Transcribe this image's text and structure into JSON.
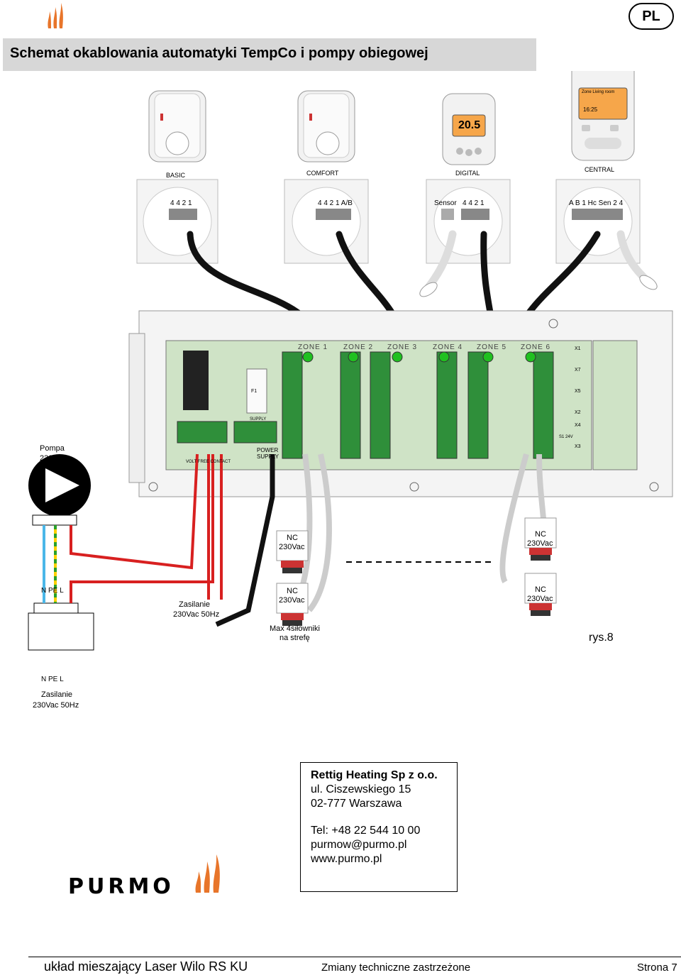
{
  "header": {
    "title": "Schemat okablowania automatyki TempCo i pompy obiegowej",
    "lang_badge": "PL"
  },
  "thermostats": [
    {
      "name": "BASIC",
      "terminals": "4  4  2  1"
    },
    {
      "name": "COMFORT",
      "terminals": "4  4  2  1  A/B"
    },
    {
      "name": "DIGITAL",
      "sensor": "Sensor",
      "terminals": "4  4  2  1"
    },
    {
      "name": "CENTRAL",
      "terminals": "A  B 1 Hc Sen 2  4"
    }
  ],
  "central_display": {
    "line1": "Zone Living room",
    "time": "16:25"
  },
  "digital_display": {
    "temp": "20.5"
  },
  "board": {
    "zones": [
      "ZONE 1",
      "ZONE 2",
      "ZONE 3",
      "ZONE 4",
      "ZONE 5",
      "ZONE 6"
    ],
    "connectors": [
      "X1",
      "X7",
      "X5",
      "X2",
      "X4",
      "X3"
    ],
    "power_label": "POWER SUPPLY",
    "volt_label": "VOLT FREE CONTACT",
    "fuse_label": "F1",
    "supply_label": "SUPPLY",
    "voltage_label": "S1 24V"
  },
  "pump": {
    "title": "Pompa",
    "voltage": "230Vac",
    "terminals": "N  PE  L"
  },
  "mains": {
    "terminals": "N  PE  L",
    "label1": "Zasilanie",
    "label2": "230Vac 50Hz"
  },
  "supply_center": {
    "label1": "Zasilanie",
    "label2": "230Vac 50Hz"
  },
  "actuators": [
    {
      "l1": "NC",
      "l2": "230Vac"
    },
    {
      "l1": "NC",
      "l2": "230Vac"
    },
    {
      "l1": "NC",
      "l2": "230Vac"
    },
    {
      "l1": "NC",
      "l2": "230Vac"
    }
  ],
  "max_note": {
    "l1": "Max 4siłowniki",
    "l2": "na strefę"
  },
  "figure_label": "rys.8",
  "contact": {
    "company": "Rettig Heating Sp z o.o.",
    "street": "ul. Ciszewskiego 15",
    "city": "02-777 Warszawa",
    "phone": "Tel: +48 22 544 10 00",
    "email": "purmow@purmo.pl",
    "web": "www.purmo.pl"
  },
  "brand": "PURMO",
  "footer": {
    "left": "układ mieszający Laser Wilo RS KU",
    "middle": "Zmiany techniczne zastrzeżone",
    "right": "Strona 7"
  },
  "colors": {
    "brand_orange": "#e8752a",
    "board_green": "#cfe3c6",
    "title_bar": "#d7d7d7"
  }
}
